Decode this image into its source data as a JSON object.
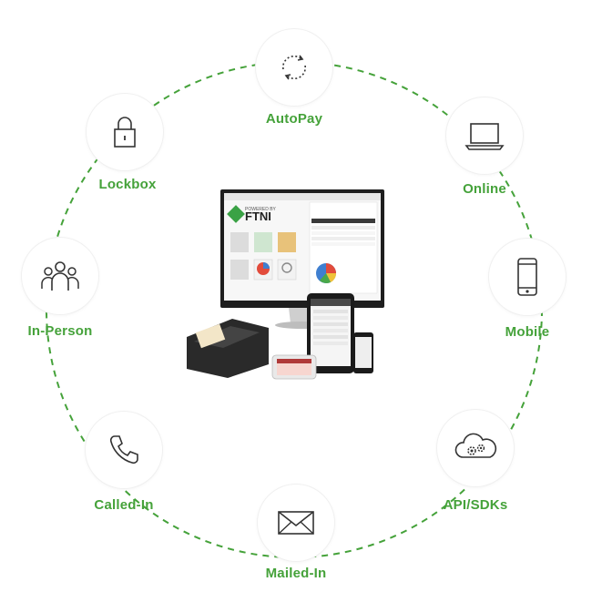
{
  "colors": {
    "accent": "#45a23a",
    "ring": "#45a23a",
    "icon": "#333333"
  },
  "channels": [
    {
      "id": "autopay",
      "label": "AutoPay",
      "icon": "sync-icon"
    },
    {
      "id": "online",
      "label": "Online",
      "icon": "laptop-icon"
    },
    {
      "id": "mobile",
      "label": "Mobile",
      "icon": "smartphone-icon"
    },
    {
      "id": "api",
      "label": "API/SDKs",
      "icon": "cloud-gears-icon"
    },
    {
      "id": "mailed",
      "label": "Mailed-In",
      "icon": "envelope-icon"
    },
    {
      "id": "called",
      "label": "Called-In",
      "icon": "phone-icon"
    },
    {
      "id": "inperson",
      "label": "In-Person",
      "icon": "people-icon"
    },
    {
      "id": "lockbox",
      "label": "Lockbox",
      "icon": "padlock-icon"
    }
  ],
  "center": {
    "brand": "FTNI",
    "brand_sub": "POWERED BY",
    "image": "devices-illustration"
  }
}
